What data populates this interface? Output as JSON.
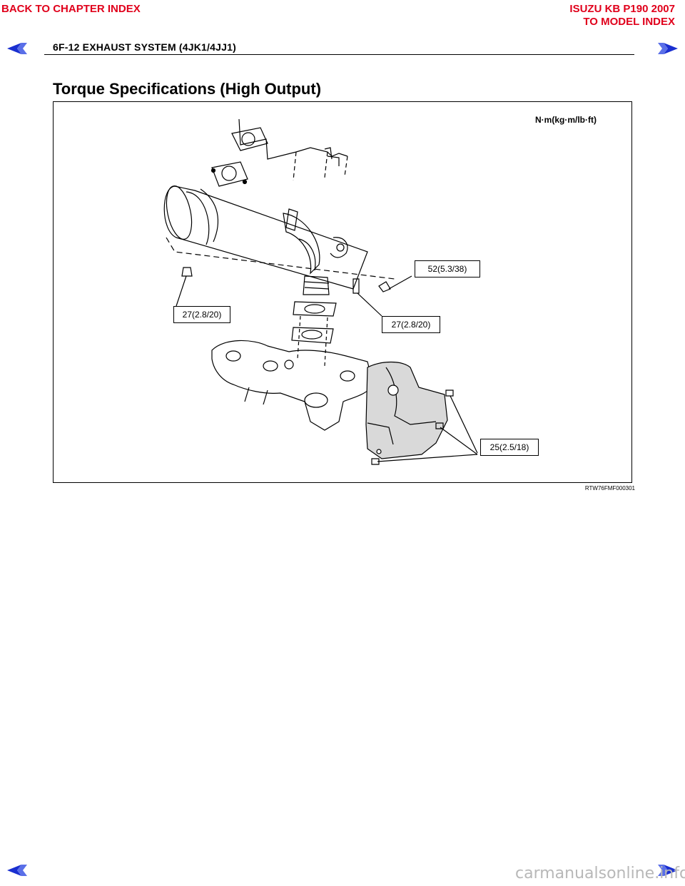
{
  "nav": {
    "back_chapter": "BACK TO CHAPTER INDEX",
    "model_line": "ISUZU KB P190 2007",
    "model_index": "TO MODEL INDEX",
    "color": "#e0001b",
    "arrow_color": "#1a2fd0"
  },
  "header": {
    "section_title": "6F-12  EXHAUST SYSTEM (4JK1/4JJ1)"
  },
  "page": {
    "heading": "Torque Specifications (High Output)"
  },
  "figure": {
    "units": "N·m(kg·m/lb·ft)",
    "callouts": {
      "top_right": "52(5.3/38)",
      "left": "27(2.8/20)",
      "middle": "27(2.8/20)",
      "bottom_right": "25(2.5/18)"
    },
    "figure_id": "RTW76FMF000301"
  },
  "footer": {
    "watermark": "carmanualsonline.info"
  }
}
